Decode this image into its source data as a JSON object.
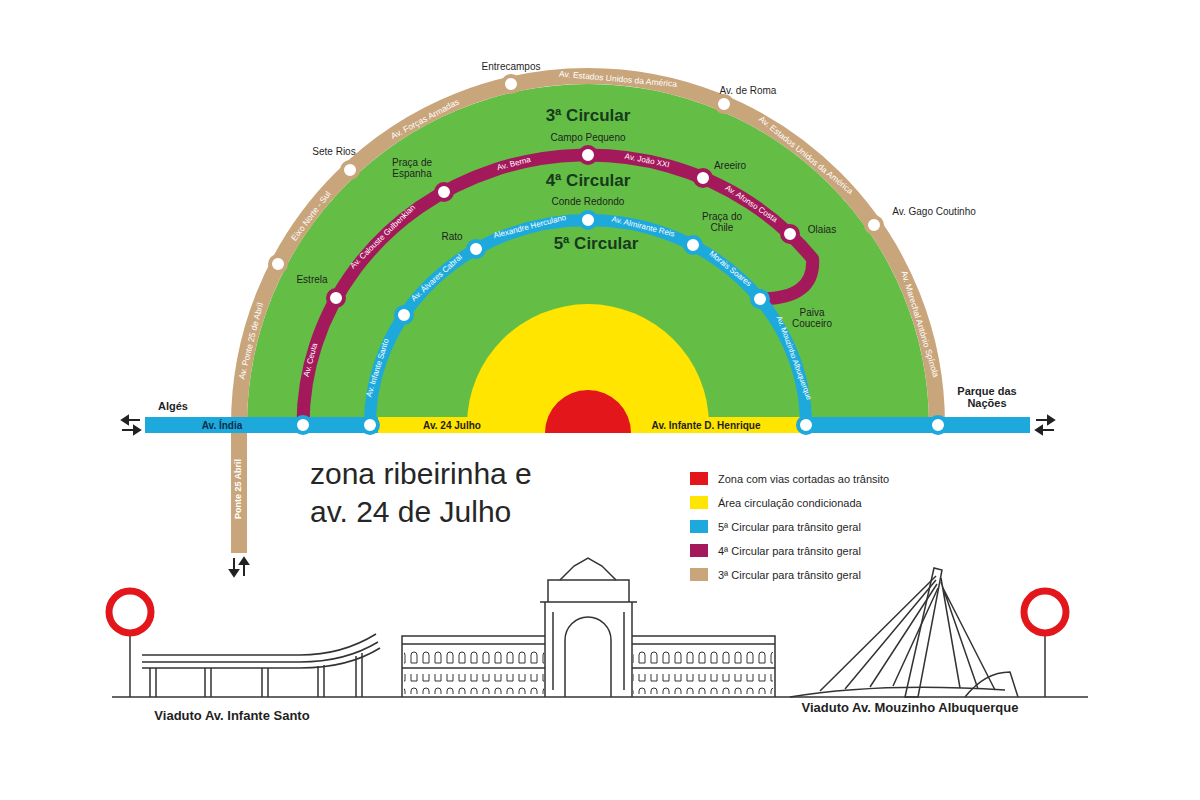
{
  "diagram": {
    "title": "zona ribeirinha e av. 24 de Julho",
    "labels": [
      "3ª Circular",
      "Entrecampos",
      "Av. de Roma",
      "Sete Rios",
      "Av. Forças Armadas",
      "Av. Estados Unidos da América",
      "Av. Estados Unidos da América",
      "Av. Gago Coutinho",
      "Campo Pequeno",
      "Praça de Espanha",
      "4ª Circular",
      "Av. Berna",
      "Av. João XXI",
      "Areeiro",
      "Eixo Norte - Sul",
      "Av. Calouste Gulbenkian",
      "Conde Redondo",
      "Alexandre Herculano",
      "Av. Almirante Reis",
      "Praça do Chile",
      "Av. Afonso Costa",
      "Olaias",
      "Rato",
      "5ª Circular",
      "Morais Soares",
      "Av. Marechal António Spínola",
      "Av. Ponte 25 de Abril",
      "Estrela",
      "Av. Álvares Cabral",
      "Paiva Couceiro",
      "Av. Ceuta",
      "Av. Infante Santo",
      "Av. Mouzinho Albuquerque",
      "Algés",
      "Av. Índia",
      "Av. 24 Julho",
      "Av. Infante D. Henrique",
      "Parque das Nações",
      "Ponte 25 Abril",
      "Viaduto Av. Infante Santo",
      "Viaduto Av. Mouzinho Albuquerque"
    ],
    "legend": [
      {
        "text": "Zona com vias cortadas ao trânsito",
        "color": "#e3161b"
      },
      {
        "text": "Área circulação condicionada",
        "color": "#ffe500"
      },
      {
        "text": "5ª Circular para trânsito geral",
        "color": "#1ea9dc"
      },
      {
        "text": "4ª Circular para trânsito geral",
        "color": "#a4195c"
      },
      {
        "text": "3ª Circular para trânsito geral",
        "color": "#c9a57c"
      }
    ]
  }
}
